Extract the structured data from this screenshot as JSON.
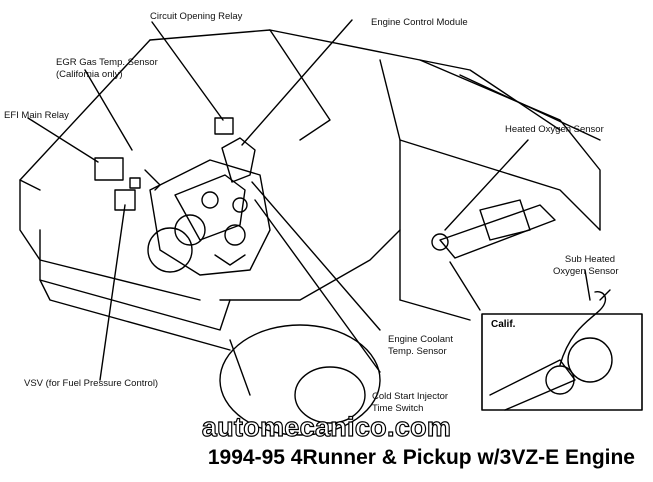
{
  "labels": {
    "circuit_opening_relay": "Circuit Opening Relay",
    "engine_control_module": "Engine Control Module",
    "egr_gas_temp_sensor_line1": "EGR Gas Temp. Sensor",
    "egr_gas_temp_sensor_line2": "(California only)",
    "efi_main_relay": "EFI Main Relay",
    "heated_oxygen_sensor": "Heated Oxygen Sensor",
    "sub_heated_oxygen_sensor_line1": "Sub Heated",
    "sub_heated_oxygen_sensor_line2": "Oxygen Sensor",
    "calif": "Calif.",
    "engine_coolant_temp_sensor_line1": "Engine Coolant",
    "engine_coolant_temp_sensor_line2": "Temp. Sensor",
    "vsv": "VSV (for Fuel Pressure Control)",
    "cold_start_injector_line1": "Cold Start Injector",
    "cold_start_injector_line2": "Time Switch"
  },
  "watermark": "automecanico.com",
  "caption": "1994-95 4Runner & Pickup w/3VZ-E Engine",
  "colors": {
    "line": "#000000",
    "background": "#ffffff"
  }
}
